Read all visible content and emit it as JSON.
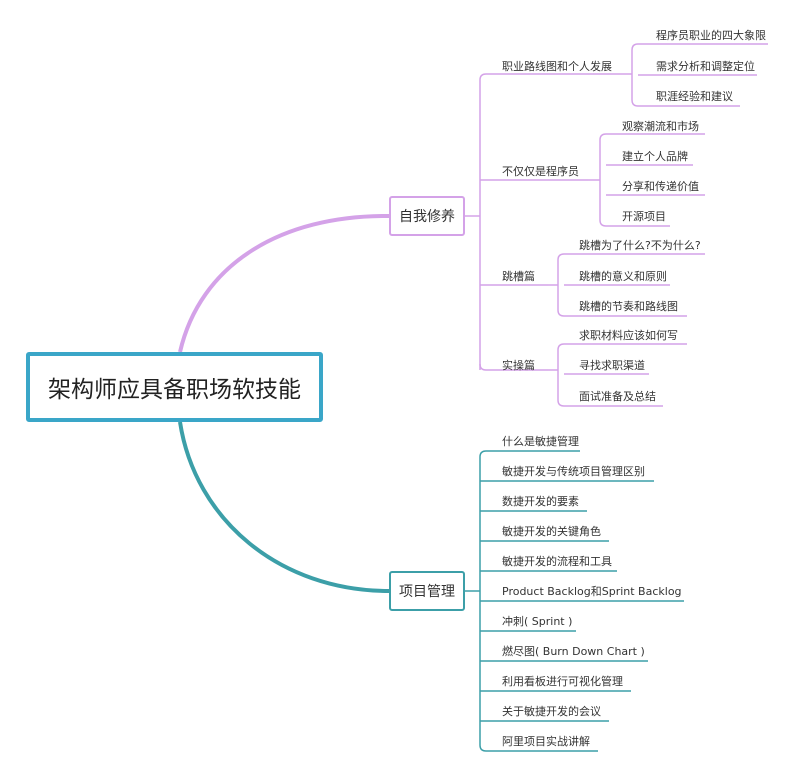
{
  "root": {
    "label": "架构师应具备职场软技能"
  },
  "colors": {
    "root_border": "#3aa6c8",
    "branch1": "#d4a2e8",
    "branch2": "#3c9fa8"
  },
  "branches": [
    {
      "label": "自我修养",
      "children": [
        {
          "label": "职业路线图和个人发展",
          "children": [
            "程序员职业的四大象限",
            "需求分析和调整定位",
            "职涯经验和建议"
          ]
        },
        {
          "label": "不仅仅是程序员",
          "children": [
            "观察潮流和市场",
            "建立个人品牌",
            "分享和传递价值",
            "开源项目"
          ]
        },
        {
          "label": "跳槽篇",
          "children": [
            "跳槽为了什么?不为什么?",
            "跳槽的意义和原则",
            "跳槽的节奏和路线图"
          ]
        },
        {
          "label": "实操篇",
          "children": [
            "求职材料应该如何写",
            "寻找求职渠道",
            "面试准备及总结"
          ]
        }
      ]
    },
    {
      "label": "项目管理",
      "children": [
        "什么是敏捷管理",
        "敏捷开发与传统项目管理区别",
        "数捷开发的要素",
        "敏捷开发的关键角色",
        "敏捷开发的流程和工具",
        "Product Backlog和Sprint Backlog",
        "冲刺( Sprint )",
        "燃尽图( Burn Down Chart )",
        "利用看板进行可视化管理",
        "关于敏捷开发的会议",
        "阿里项目实战讲解"
      ]
    }
  ]
}
